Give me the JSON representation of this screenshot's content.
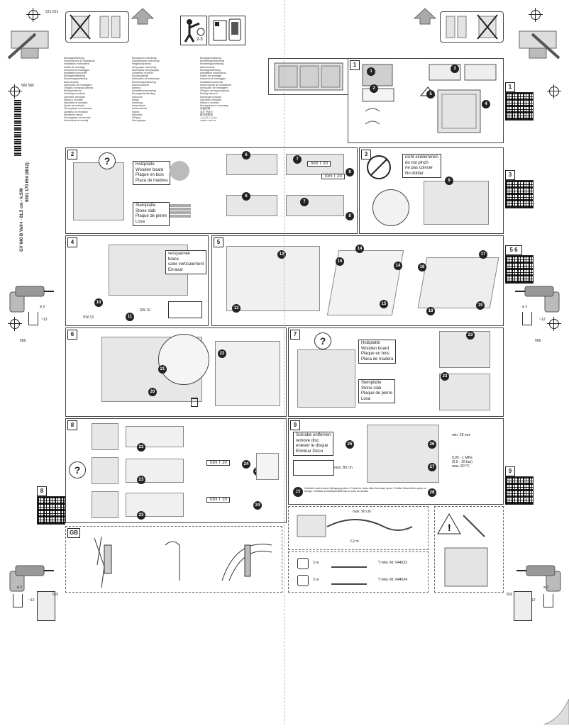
{
  "header": {
    "dim_top": "521-521",
    "dim_side": "566 566",
    "model_vertical": "GV 640 B Voll-I - 81,5 cm - k.SW",
    "part_number": "9001 170 054 (9812)"
  },
  "side_dims": {
    "left_mid": "566",
    "right_mid": "566",
    "left_bottom": "502",
    "right_bottom": "502",
    "drill_dia": "ø 2",
    "drill_depth": "~12"
  },
  "panel_labels": [
    "1",
    "2",
    "3",
    "4",
    "5",
    "6",
    "7",
    "8",
    "9",
    "GB"
  ],
  "qr_labels": [
    "1",
    "3",
    "5 6",
    "9",
    "8"
  ],
  "materials_wood": [
    "Holzplatte",
    "Wooden board",
    "Plaque en bois",
    "Placa de madera"
  ],
  "materials_stone": [
    "Steinplatte",
    "Stone slab",
    "Plaque de pierre",
    "Losa"
  ],
  "do_not_pinch": [
    "nicht einklemmen",
    "do not pinch",
    "ne pas coincer",
    "No doblar"
  ],
  "vertical_install": [
    "verspannen",
    "brace",
    "caler verticalement",
    "Enrasar"
  ],
  "remove_screw": [
    "Schrabe entfernen",
    "remove disc",
    "enlever le disque",
    "Eliminar Disco"
  ],
  "torx": {
    "t20": "Torx T 20",
    "t20b": "Torx T 20",
    "t20_small": "Torx T 20",
    "t10": "Torx T 10"
  },
  "wrench": {
    "sw13": "SW 13",
    "sw10": "SW 10"
  },
  "callouts": {
    "p1": [
      "1",
      "2",
      "3",
      "4",
      "5"
    ],
    "p2": [
      "6",
      "7",
      "8",
      "6",
      "7",
      "8"
    ],
    "p3": [
      "9"
    ],
    "p4": [
      "10",
      "11"
    ],
    "p5": [
      "12",
      "13",
      "14",
      "15",
      "16",
      "17",
      "18",
      "19",
      "14",
      "15"
    ],
    "p6": [
      "20",
      "21",
      "22"
    ],
    "p7": [
      "23",
      "23"
    ],
    "p8": [
      "23",
      "24",
      "23",
      "24",
      "23",
      "24"
    ],
    "p9": [
      "25",
      "26",
      "27",
      "28",
      "29"
    ]
  },
  "panel9_notes": {
    "seal_note": "Dichtheit nach erstem Spülgang prüfen / Check for leaks after first wash cycle / Vérifier l'étanchéité après un lavage / Verificar la estanqueidad tras un ciclo de lavado",
    "max_hose": "max. 80 cm",
    "max_hose2": "max. 90 cm"
  },
  "spec_notes": {
    "water": "0,05 - 1 MPa",
    "water2": "(0,5 - 10 bar)",
    "temp": "max. 60 °C",
    "hose_len": "2,2 m",
    "min_hose": "min. 20 mm"
  },
  "accessories": {
    "item1": "*) Mat.-Nr. 644032",
    "item2": "*) Mat.-Nr. 644034",
    "len1": "3 m",
    "len2": "3 m"
  },
  "language_entries_col1": [
    "Montageanleitung",
    "Instrucciones de instalación",
    "Installation instructions",
    "Notice de montage",
    "Istruzioni di montaggio",
    "Installatievoorschrift",
    "Montagevejledning",
    "Monteringsanvisning",
    "Asennusohje",
    "Instruções de montagem",
    "Οδηγίες συναρμολόγησης",
    "Montaj kılavuzu",
    "Instrukcja montażu",
    "Szerelési útmutató",
    "Návod k montáži",
    "Navodila za montažo",
    "Upute za montažu",
    "Инструкция по монтажу",
    "Uputstvo za montažu",
    "Montážny návod",
    "Инструкции за монтаж",
    "Instrucţiuni de montaj"
  ],
  "language_entries_col2": [
    "Montavimo instrukcija",
    "Uzstādīšanas instrukcija",
    "Paigaldusjuhend",
    "Інструкція з монтажу",
    "Монтажна инструкција",
    "Udhëzime montimi",
    "Montaj talimatı",
    "Instruções de instalação",
    "Monteringsveiledning",
    "Asennusohjeet",
    "Asenna",
    "Installationsanvisning",
    "Montagehandleiding",
    "Istruzioni",
    "Notice",
    "Anleitung",
    "Instructions",
    "Instrucciones",
    "Návod",
    "Útmutató",
    "Οδηγίες",
    "Инструкция"
  ],
  "language_entries_col3": [
    "Montagevejledning",
    "Monteringsveiledning",
    "Monteringsanvisning",
    "Asennusohje",
    "Montageanleitung",
    "Installation instructions",
    "Notice de montage",
    "Istruzioni di montaggio",
    "Installatievoorschrift",
    "Instrucciones de instalación",
    "Instruções de montagem",
    "Οδηγίες συναρμολόγησης",
    "Montaj kılavuzu",
    "Instrukcja montażu",
    "Szerelési útmutató",
    "Návod k montáži",
    "Инструкция по монтажу",
    "安装说明",
    "설치 안내서",
    "取付説明書",
    "تعليمات التركيب",
    "הוראות התקנה"
  ]
}
